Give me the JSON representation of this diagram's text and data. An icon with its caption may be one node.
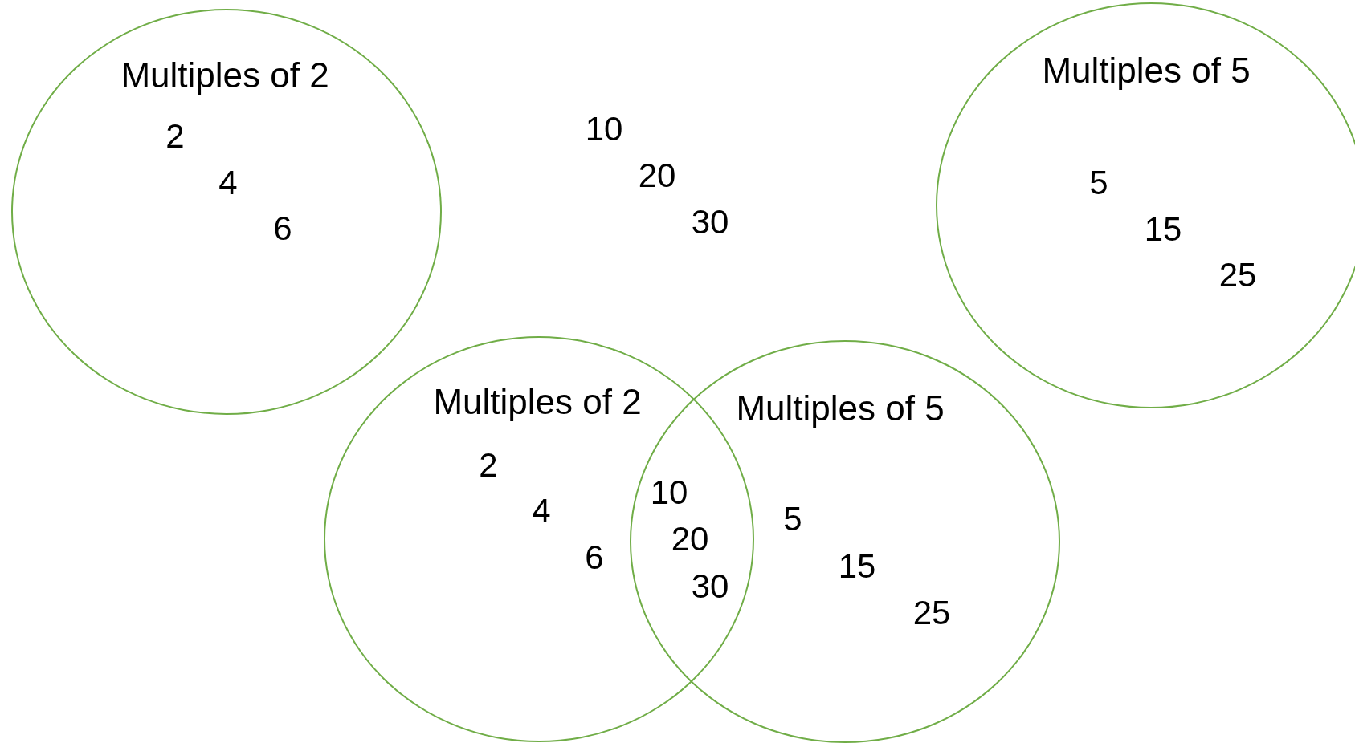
{
  "diagram": {
    "nodes": [
      {
        "text": [
          "Multiples of 2",
          "2",
          "4",
          "6"
        ]
      },
      {
        "text": [
          "Multiples of 5",
          "5",
          "15",
          "25"
        ]
      },
      {
        "text": [
          "Multiples of 2",
          "2",
          "4",
          "6"
        ]
      },
      {
        "text": [
          "Multiples of 5",
          "5",
          "15",
          "25"
        ]
      }
    ],
    "labels": [
      "10",
      "20",
      "30",
      "10",
      "20",
      "30"
    ]
  }
}
